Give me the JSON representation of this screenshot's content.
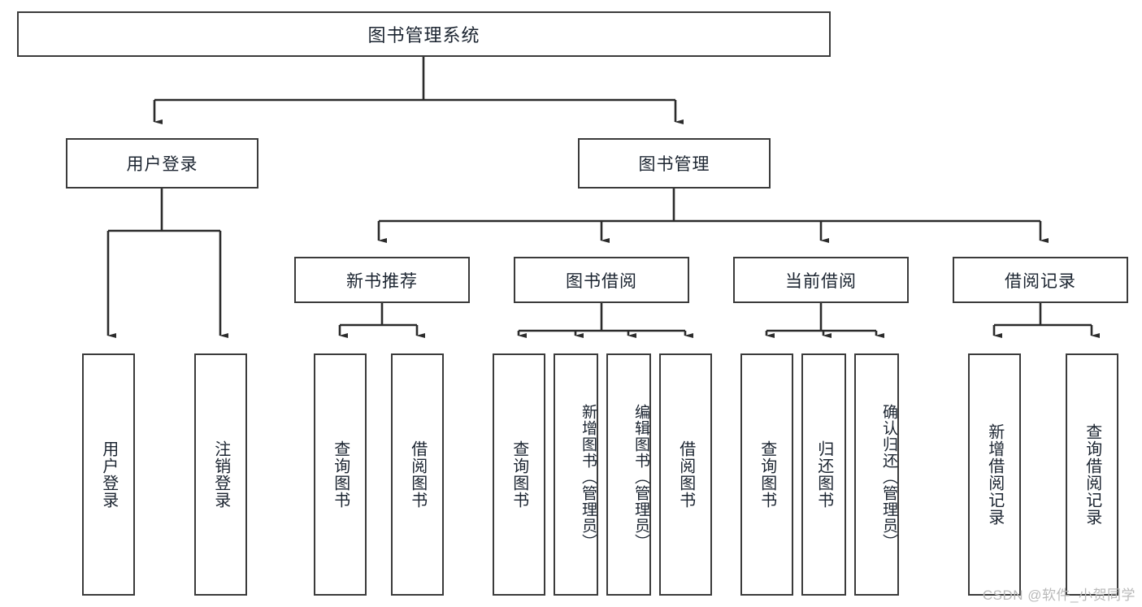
{
  "diagram": {
    "title": "图书管理系统",
    "type": "hierarchy-tree",
    "root": {
      "label": "图书管理系统"
    },
    "level2": [
      {
        "label": "用户登录"
      },
      {
        "label": "图书管理"
      }
    ],
    "level3": [
      {
        "label": "新书推荐"
      },
      {
        "label": "图书借阅"
      },
      {
        "label": "当前借阅"
      },
      {
        "label": "借阅记录"
      }
    ],
    "leaves": {
      "user_login": [
        {
          "label": "用户登录"
        },
        {
          "label": "注销登录"
        }
      ],
      "new_book_recommend": [
        {
          "label": "查询图书"
        },
        {
          "label": "借阅图书"
        }
      ],
      "book_borrow": [
        {
          "label": "查询图书"
        },
        {
          "label": "新增图书（管理员）"
        },
        {
          "label": "编辑图书（管理员）"
        },
        {
          "label": "借阅图书"
        }
      ],
      "current_borrow": [
        {
          "label": "查询图书"
        },
        {
          "label": "归还图书"
        },
        {
          "label": "确认归还（管理员）"
        }
      ],
      "borrow_record": [
        {
          "label": "新增借阅记录"
        },
        {
          "label": "查询借阅记录"
        }
      ]
    }
  },
  "watermark": {
    "text": "CSDN @软件_小贺同学"
  },
  "colors": {
    "box_border": "#3b3b3b",
    "line": "#2b2b2b",
    "text": "#1b2430",
    "background": "#ffffff",
    "watermark": "#b9b9b9"
  }
}
